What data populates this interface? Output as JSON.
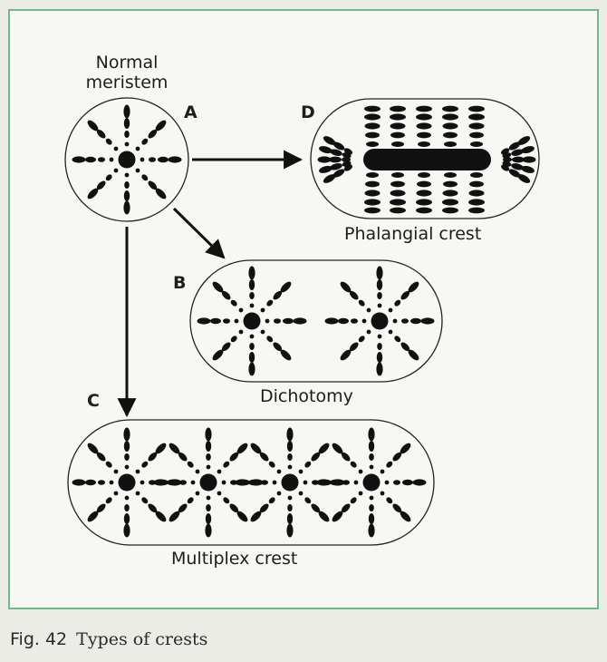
{
  "diagram": {
    "normal_label": "Normal meristem",
    "letters": {
      "a": "A",
      "b": "B",
      "c": "C",
      "d": "D"
    },
    "phalangial_label": "Phalangial crest",
    "dichotomy_label": "Dichotomy",
    "multiplex_label": "Multiplex crest"
  },
  "caption": {
    "number": "Fig. 42",
    "text": "Types of crests"
  },
  "colors": {
    "frame_border": "#6dbb8c",
    "ink": "#111111",
    "paper": "#f7f7f3"
  }
}
